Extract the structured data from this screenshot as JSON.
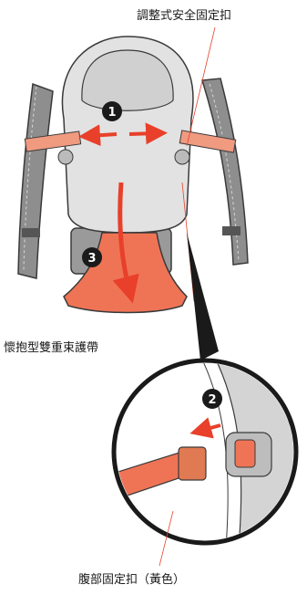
{
  "labels": {
    "top": "調整式安全固定扣",
    "left": "懷抱型雙重束護帶",
    "bottom": "腹部固定扣（黃色）"
  },
  "steps": {
    "one": "1",
    "two": "2",
    "three": "3"
  },
  "colors": {
    "arrow_red": "#e8402a",
    "strap_salmon": "#f09a80",
    "panel_orange": "#ef7456",
    "body_gray": "#e2e2e2",
    "dark_gray": "#9a9a9a",
    "outline": "#3a3a3a",
    "badge": "#1a1a1a"
  }
}
